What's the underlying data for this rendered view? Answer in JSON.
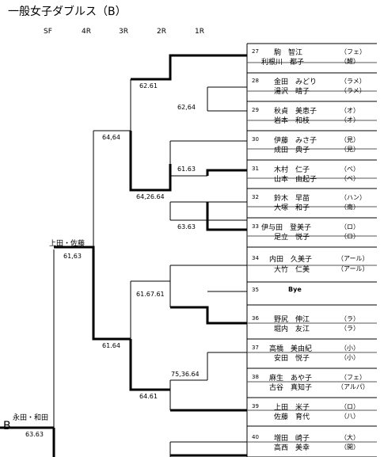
{
  "title": "一般女子ダブルス（B）",
  "rounds": [
    "SF",
    "4R",
    "3R",
    "2R",
    "1R"
  ],
  "entries": [
    {
      "no": "27",
      "p1": "駒　智江",
      "c1": "（フェ）",
      "p2": "利根川　都子",
      "c2": "（鯉）"
    },
    {
      "no": "28",
      "p1": "金田　みどり",
      "c1": "（ラメ）",
      "p2": "湯沢　晴子",
      "c2": "（ラメ）"
    },
    {
      "no": "29",
      "p1": "秋貞　美恵子",
      "c1": "（オ）",
      "p2": "岩本　和枝",
      "c2": "（オ）"
    },
    {
      "no": "30",
      "p1": "伊藤　みさ子",
      "c1": "（見）",
      "p2": "成田　典子",
      "c2": "（見）"
    },
    {
      "no": "31",
      "p1": "木村　仁子",
      "c1": "（ベ）",
      "p2": "山本　由起子",
      "c2": "（ベ）"
    },
    {
      "no": "32",
      "p1": "鈴木　早苗",
      "c1": "（ハン）",
      "p2": "大塚　和子",
      "c2": "（南）"
    },
    {
      "no": "33",
      "p1": "伊与田　登美子",
      "c1": "（ロ）",
      "p2": "足立　悦子",
      "c2": "（ロ）"
    },
    {
      "no": "34",
      "p1": "内田　久美子",
      "c1": "（アール）",
      "p2": "大竹　仁美",
      "c2": "（アール）"
    },
    {
      "no": "35",
      "bye": "Bye"
    },
    {
      "no": "36",
      "p1": "野尻　伸江",
      "c1": "（ラ）",
      "p2": "堀内　友江",
      "c2": "（ラ）"
    },
    {
      "no": "37",
      "p1": "高橋　美由紀",
      "c1": "（小）",
      "p2": "安田　悦子",
      "c2": "（小）"
    },
    {
      "no": "38",
      "p1": "麻生　あや子",
      "c1": "（フェ）",
      "p2": "古谷　真知子",
      "c2": "（アルパ）"
    },
    {
      "no": "39",
      "p1": "上田　米子",
      "c1": "（ロ）",
      "p2": "佐藤　育代",
      "c2": "（八）"
    },
    {
      "no": "40",
      "p1": "増田　崎子",
      "c1": "（大）",
      "p2": "高西　美幸",
      "c2": "（開）"
    }
  ],
  "scores": {
    "r2a": "62.61",
    "r2b": "62,64",
    "r3a": "64,64",
    "r2c": "61.63",
    "r2d": "64,26.64",
    "r2e": "63.63",
    "r3b": "61,63",
    "r2f": "61.67.61",
    "r3c": "61.64",
    "r2g": "75,36.64",
    "r2h": "64.61",
    "final": "63.63"
  },
  "winners": {
    "semi_top": "上田・佐藤",
    "final": "永田・和田"
  },
  "block_mark": "B"
}
